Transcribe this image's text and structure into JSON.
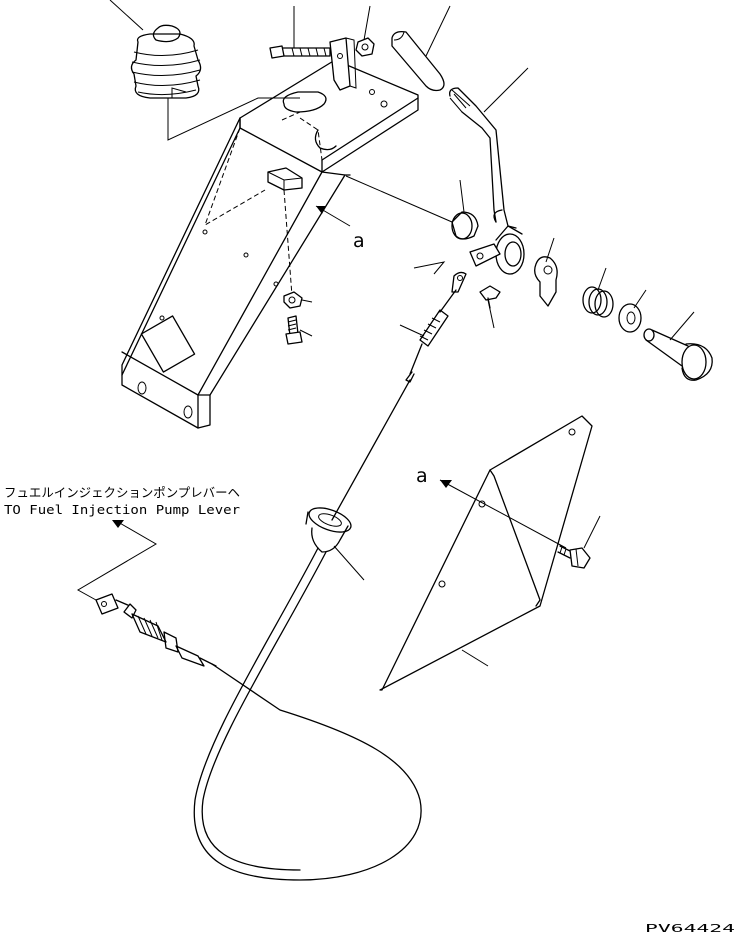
{
  "labels": {
    "view_marker_upper": "a",
    "view_marker_lower": "a",
    "cable_destination_jp": "フュエルインジェクションポンプレバーヘ",
    "cable_destination_en": "TO Fuel Injection Pump Lever",
    "drawing_number": "PV64424"
  }
}
